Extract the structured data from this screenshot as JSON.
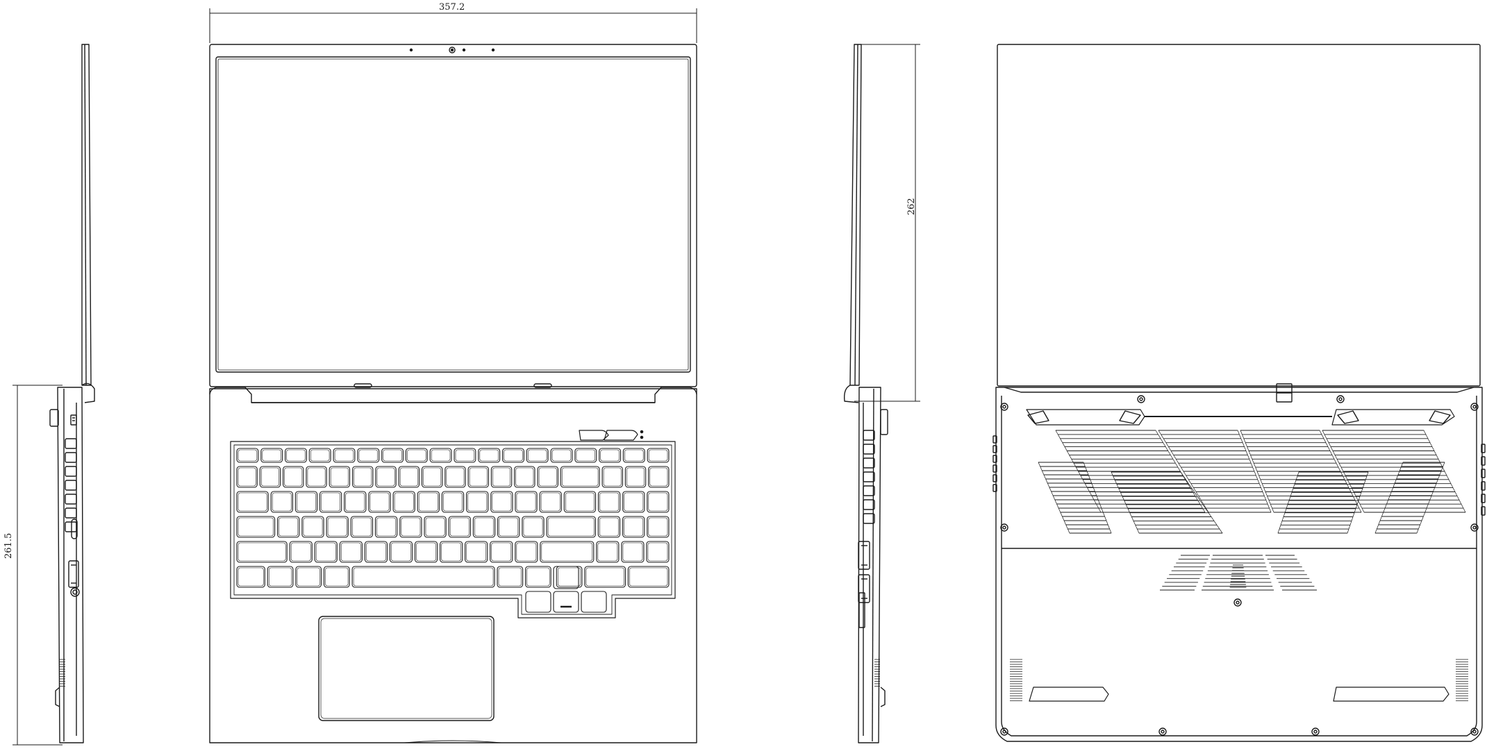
{
  "dimensions": {
    "width": "357.2",
    "height_side": "261.5",
    "height_lid": "262"
  },
  "colors": {
    "line": "#1a1a1a",
    "background": "#ffffff"
  },
  "views": [
    "left-side-view",
    "top-view-open",
    "right-side-view",
    "bottom-view-open"
  ]
}
